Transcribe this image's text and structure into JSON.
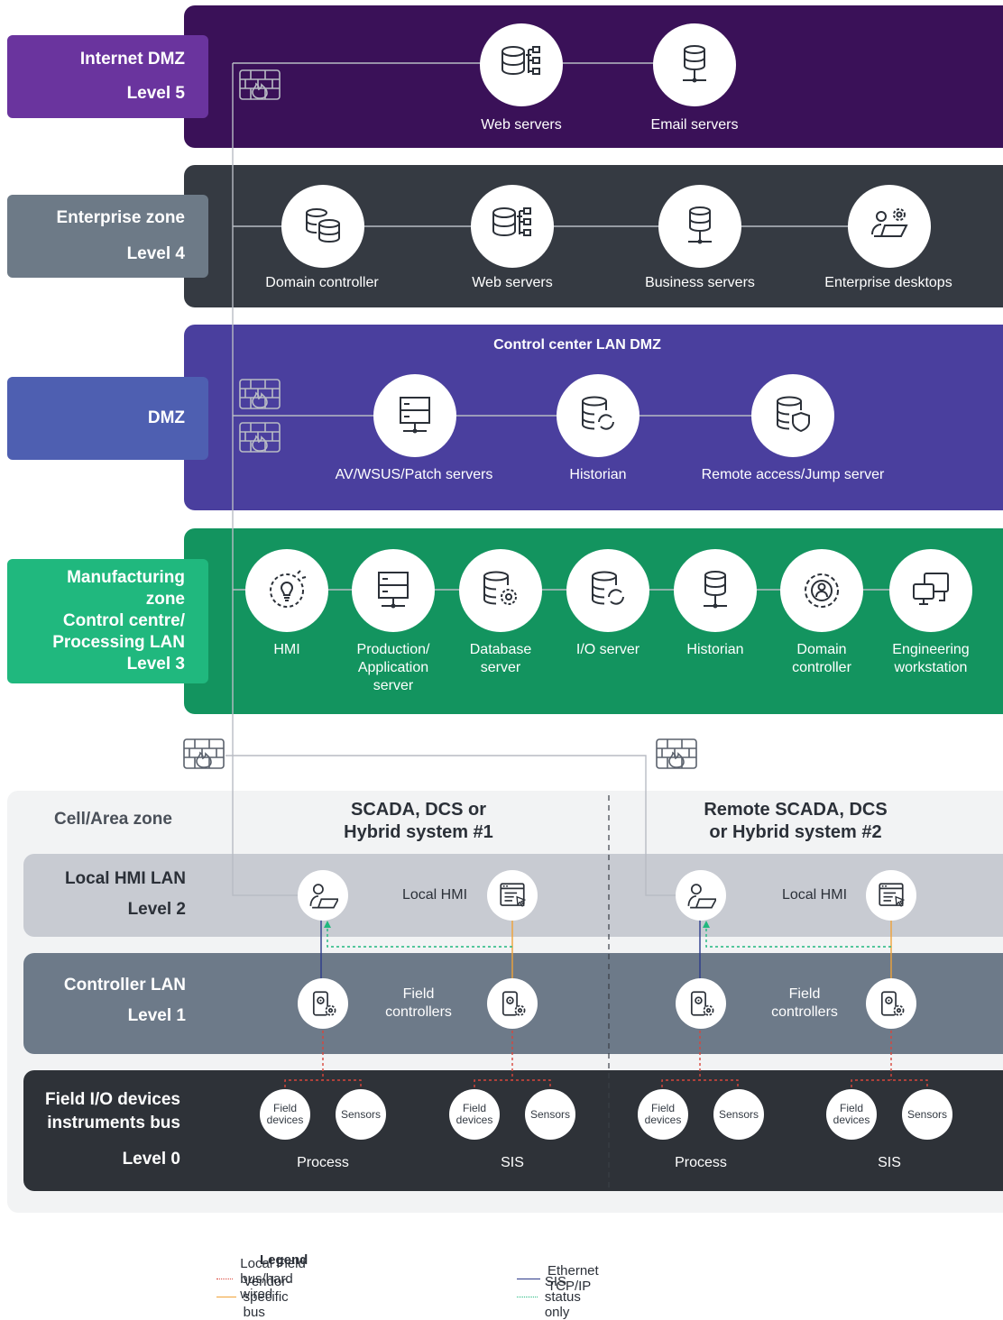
{
  "colors": {
    "level5": "#3a1158",
    "level5_tag": "#6a349e",
    "level4": "#353a42",
    "level4_tag": "#6d7a87",
    "dmz": "#4a3f9e",
    "dmz_tag": "#4e5fb1",
    "level3": "#13945f",
    "level3_tag": "#20b87e",
    "cell_bg": "#f2f3f4",
    "level2": "#c8cbd2",
    "level1": "#6d7a89",
    "level0": "#2e3238",
    "ethernet": "#2c3a8a",
    "vendor": "#f0a238",
    "fieldbus": "#d9453a",
    "sis_status": "#20b87e"
  },
  "levels": {
    "internet": {
      "tag": [
        "Internet DMZ",
        "Level 5"
      ],
      "nodes": [
        {
          "icon": "web-servers-icon",
          "label": "Web servers"
        },
        {
          "icon": "email-servers-icon",
          "label": "Email servers"
        }
      ]
    },
    "enterprise": {
      "tag": [
        "Enterprise zone",
        "Level 4"
      ],
      "nodes": [
        {
          "icon": "domain-controller-icon",
          "label": "Domain controller"
        },
        {
          "icon": "web-servers-icon",
          "label": "Web servers"
        },
        {
          "icon": "business-servers-icon",
          "label": "Business servers"
        },
        {
          "icon": "enterprise-desktops-icon",
          "label": "Enterprise desktops"
        }
      ]
    },
    "dmz": {
      "tag": [
        "DMZ"
      ],
      "title": "Control center LAN DMZ",
      "nodes": [
        {
          "icon": "patch-servers-icon",
          "label": "AV/WSUS/Patch servers"
        },
        {
          "icon": "historian-icon",
          "label": "Historian"
        },
        {
          "icon": "jump-server-icon",
          "label": "Remote access/Jump server"
        }
      ]
    },
    "manufacturing": {
      "tag": [
        "Manufacturing",
        "zone",
        "Control centre/",
        "Processing LAN",
        "Level 3"
      ],
      "nodes": [
        {
          "icon": "hmi-icon",
          "label": "HMI"
        },
        {
          "icon": "application-server-icon",
          "label": "Production/\nApplication\nserver"
        },
        {
          "icon": "database-server-icon",
          "label": "Database\nserver"
        },
        {
          "icon": "io-server-icon",
          "label": "I/O server"
        },
        {
          "icon": "historian-icon",
          "label": "Historian"
        },
        {
          "icon": "domain-controller-icon",
          "label": "Domain\ncontroller"
        },
        {
          "icon": "engineering-workstation-icon",
          "label": "Engineering\nworkstation"
        }
      ]
    }
  },
  "cell": {
    "zone_label": "Cell/Area zone",
    "system1": "SCADA, DCS or\nHybrid system #1",
    "system2": "Remote SCADA, DCS\nor Hybrid system #2",
    "level2_tag": [
      "Local HMI LAN",
      "Level 2"
    ],
    "level1_tag": [
      "Controller LAN",
      "Level 1"
    ],
    "level0_tag": [
      "Field I/O devices",
      "instruments bus",
      "Level 0"
    ],
    "local_hmi": "Local HMI",
    "field_controllers": "Field\ncontrollers",
    "field_devices": "Field\ndevices",
    "sensors": "Sensors",
    "process": "Process",
    "sis": "SIS"
  },
  "legend": {
    "title": "Legend",
    "items": [
      {
        "style": "dotted",
        "color": "#d9453a",
        "label": "Local Field bus/hard wired"
      },
      {
        "style": "solid",
        "color": "#f0a238",
        "label": "Vendor-specific bus"
      },
      {
        "style": "solid",
        "color": "#2c3a8a",
        "label": "Ethernet TCP/IP"
      },
      {
        "style": "dotted",
        "color": "#20b87e",
        "label": "SIS status only"
      }
    ]
  }
}
